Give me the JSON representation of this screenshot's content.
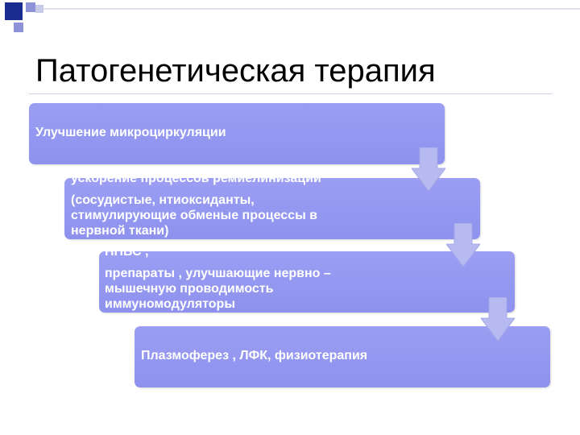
{
  "slide": {
    "title": "Патогенетическая терапия"
  },
  "steps": [
    {
      "lines": [
        "Улучшение микроциркуляции"
      ]
    },
    {
      "lines": [
        "ускорение процессов ремиелинизации",
        "(сосудистые, нтиоксиданты,",
        "стимулирующие обменые процессы в",
        "нервной ткани)"
      ]
    },
    {
      "lines": [
        "НПВС ,",
        "препараты , улучшающие нервно –",
        "мышечную проводимость",
        "иммуномодуляторы"
      ]
    },
    {
      "lines": [
        "Плазмоферез , ЛФК, физиотерапия"
      ]
    }
  ],
  "colors": {
    "box": "#9b9ef2",
    "arrow": "#b7baf0",
    "text": "#ffffff"
  }
}
